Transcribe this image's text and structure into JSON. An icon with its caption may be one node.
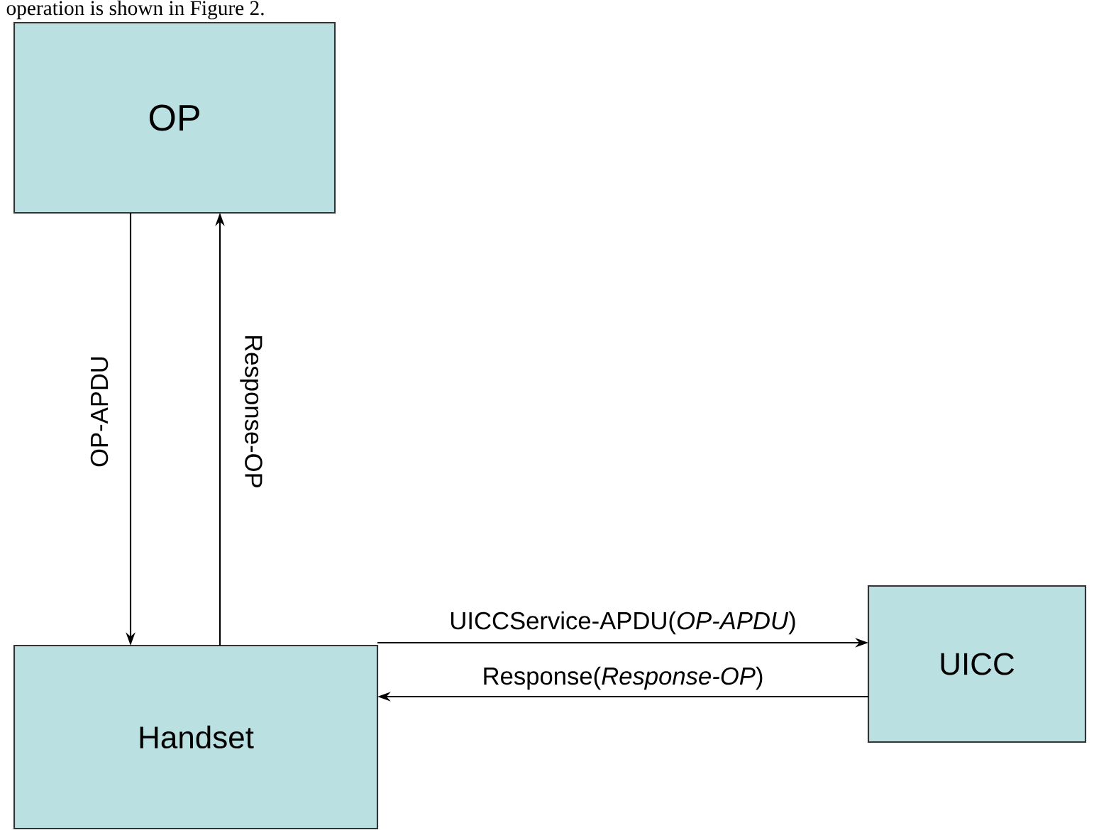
{
  "diagram": {
    "nodes": [
      {
        "text": [
          "OP"
        ]
      },
      {
        "text": [
          "Handset"
        ]
      },
      {
        "text": [
          "UICC"
        ]
      }
    ],
    "edges": [
      {
        "from": 0,
        "to": 1,
        "arrow": "to",
        "label": "OP-APDU"
      },
      {
        "from": 1,
        "to": 0,
        "arrow": "to",
        "label": "Response-OP"
      },
      {
        "from": 1,
        "to": 2,
        "arrow": "to",
        "label": "UICCService-APDU(*OP-APDU*)"
      },
      {
        "from": 2,
        "to": 1,
        "arrow": "to",
        "label": "Response(*Response-OP*)"
      }
    ],
    "labels": [
      "operation is shown in Figure 2."
    ]
  }
}
